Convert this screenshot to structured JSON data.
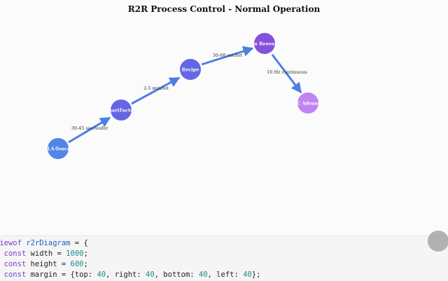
{
  "title": "R2R Process Control - Normal Operation",
  "nodes": [
    {
      "label": "KLA-Tencor",
      "color": "#4f86e8"
    },
    {
      "label": "SmartFactory",
      "color": "#6466e4"
    },
    {
      "label": "Recipe",
      "color": "#6466e4"
    },
    {
      "label": "Lam Research",
      "color": "#8450dc"
    },
    {
      "label": "PDC Advanced",
      "color": "#c084f0"
    }
  ],
  "edges": [
    {
      "label": "30-45 sec/wafer"
    },
    {
      "label": "2-5 min/lot"
    },
    {
      "label": "30-60 sec/lot"
    },
    {
      "label": "10 Hz continuous"
    }
  ],
  "edge_color": "#4b7fe0",
  "code": {
    "line1_kw": "viewof",
    "line1_name": "r2rDiagram",
    "line1_rest": " = {",
    "line2_kw": "const",
    "line2_var": " width",
    "line2_eq": " = ",
    "line2_num": "1000",
    "line2_end": ";",
    "line3_kw": "const",
    "line3_var": " height",
    "line3_eq": " = ",
    "line3_num": "600",
    "line3_end": ";",
    "line4_kw": "const",
    "line4_var": " margin",
    "line4_a": " = {top: ",
    "line4_n1": "40",
    "line4_b": ", right: ",
    "line4_n2": "40",
    "line4_c": ", bottom: ",
    "line4_n3": "40",
    "line4_d": ", left: ",
    "line4_n4": "40",
    "line4_e": "};"
  }
}
